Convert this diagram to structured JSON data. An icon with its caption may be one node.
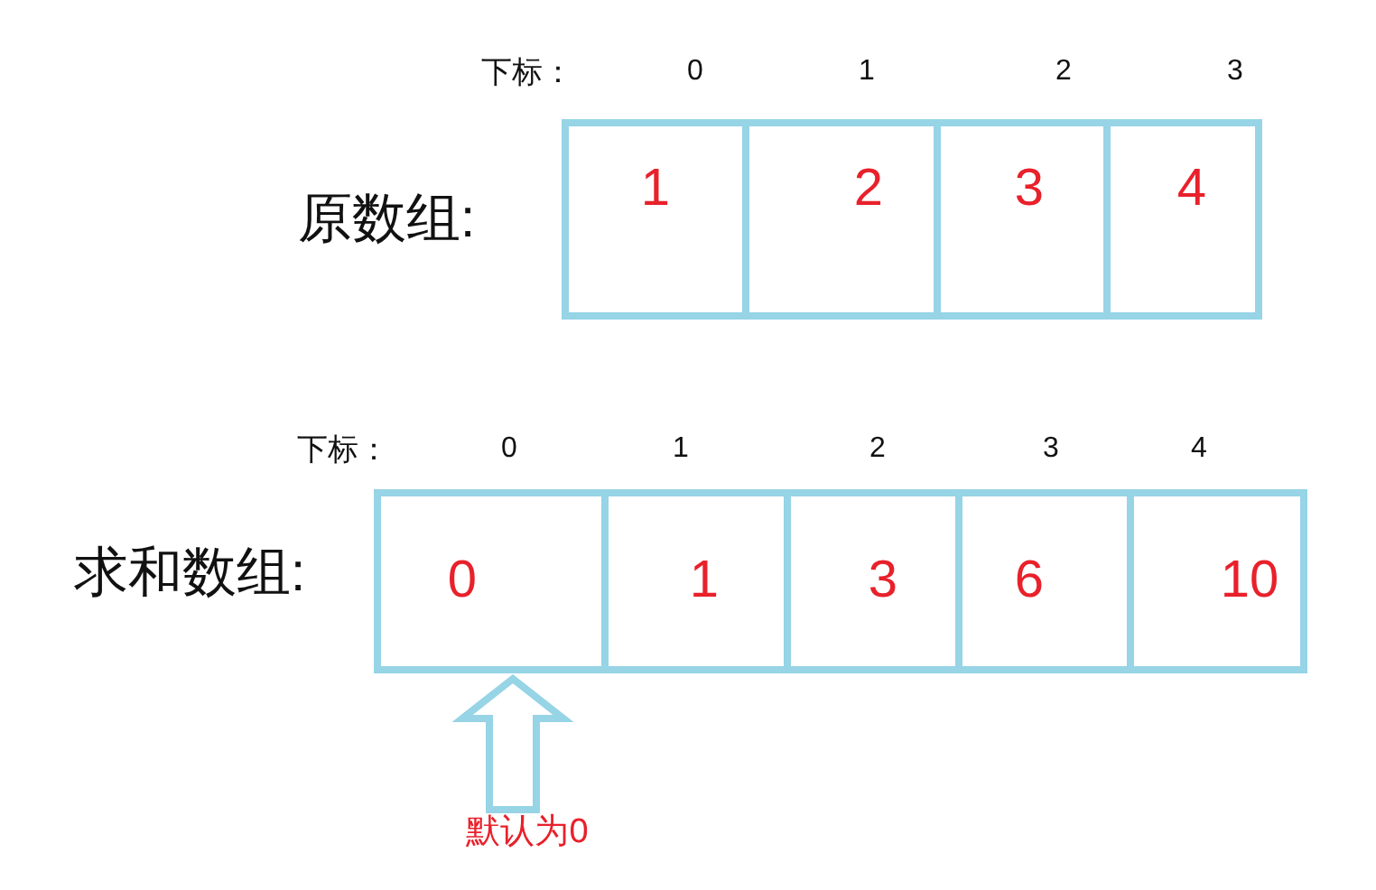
{
  "diagram": {
    "nodes": [
      {
        "text": [
          "原数组:"
        ]
      },
      {
        "text": [
          "1"
        ],
        "beside": [
          "0"
        ],
        "in": 0
      },
      {
        "text": [
          "2"
        ],
        "beside": [
          "1"
        ],
        "in": 0
      },
      {
        "text": [
          "3"
        ],
        "beside": [
          "2"
        ],
        "in": 0
      },
      {
        "text": [
          "4"
        ],
        "beside": [
          "3"
        ],
        "in": 0
      },
      {
        "text": [
          "求和数组:"
        ]
      },
      {
        "text": [
          "0"
        ],
        "beside": [
          "0"
        ],
        "in": 5
      },
      {
        "text": [
          "1"
        ],
        "beside": [
          "1"
        ],
        "in": 5
      },
      {
        "text": [
          "3"
        ],
        "beside": [
          "2"
        ],
        "in": 5
      },
      {
        "text": [
          "6"
        ],
        "beside": [
          "3"
        ],
        "in": 5
      },
      {
        "text": [
          "10"
        ],
        "beside": [
          "4"
        ],
        "in": 5
      },
      {
        "text": [
          "默认为0"
        ]
      }
    ],
    "edges": [
      {
        "from": 11,
        "to": 6,
        "arrow": "to"
      }
    ],
    "labels": [
      "下标：",
      "下标："
    ]
  }
}
